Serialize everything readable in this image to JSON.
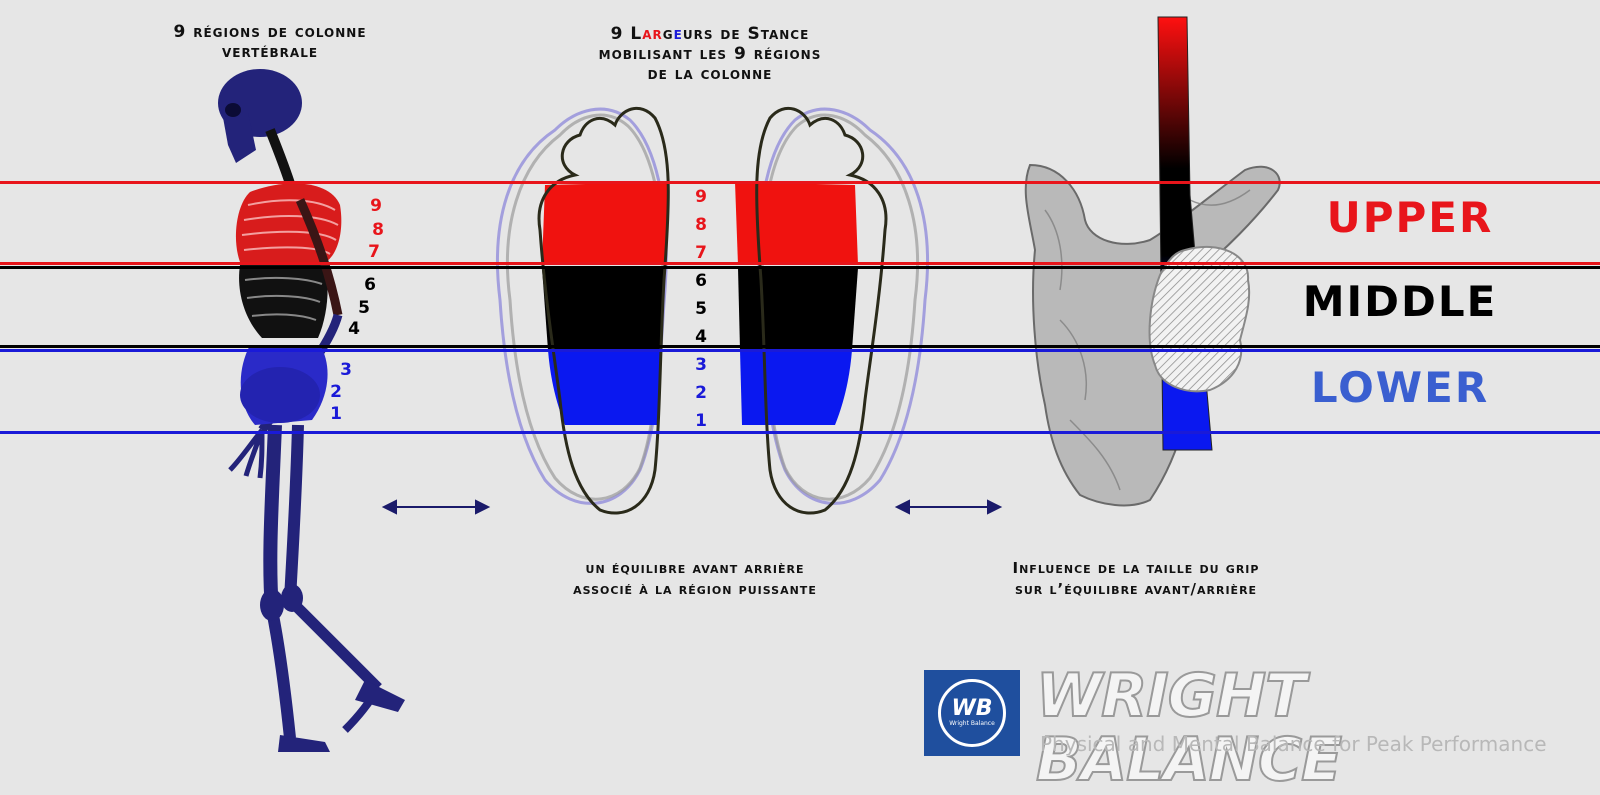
{
  "titles": {
    "spine": "9 régions de colonne vertébrale",
    "stance_parts": [
      {
        "text": "9 L",
        "color": "#111111"
      },
      {
        "text": "ar",
        "color": "#e8151b"
      },
      {
        "text": "g",
        "color": "#111111"
      },
      {
        "text": "e",
        "color": "#1a1ad8"
      },
      {
        "text": "urs de Stance",
        "color": "#111111"
      }
    ],
    "stance_line2": "mobilisant les 9 régions",
    "stance_line3": "de la colonne"
  },
  "spine_numbers": {
    "upper": [
      "9",
      "8",
      "7"
    ],
    "middle": [
      "6",
      "5",
      "4"
    ],
    "lower": [
      "3",
      "2",
      "1"
    ]
  },
  "feet_numbers": {
    "upper": [
      "9",
      "8",
      "7"
    ],
    "middle": [
      "6",
      "5",
      "4"
    ],
    "lower": [
      "3",
      "2",
      "1"
    ]
  },
  "zones": {
    "upper": {
      "label": "UPPER",
      "color": "#e8151b"
    },
    "middle": {
      "label": "MIDDLE",
      "color": "#000000"
    },
    "lower": {
      "label": "LOWER",
      "color": "#3a5fd0"
    }
  },
  "captions": {
    "balance_line1": "un équilibre avant arrière",
    "balance_line2": "associé à la région puissante",
    "grip_line1": "Influence de la taille du grip",
    "grip_line2": "sur l’équilibre avant/arrière"
  },
  "logo": {
    "tile_text": "WB",
    "tile_sub": "Wright Balance",
    "brand": "WRIGHT BALANCE",
    "tagline": "Physical and Mental Balance for Peak Performance"
  },
  "colors": {
    "red": "#e8151b",
    "black": "#000000",
    "blue": "#1a1ad8",
    "skeleton": "#23237a",
    "background": "#e6e6e6"
  }
}
